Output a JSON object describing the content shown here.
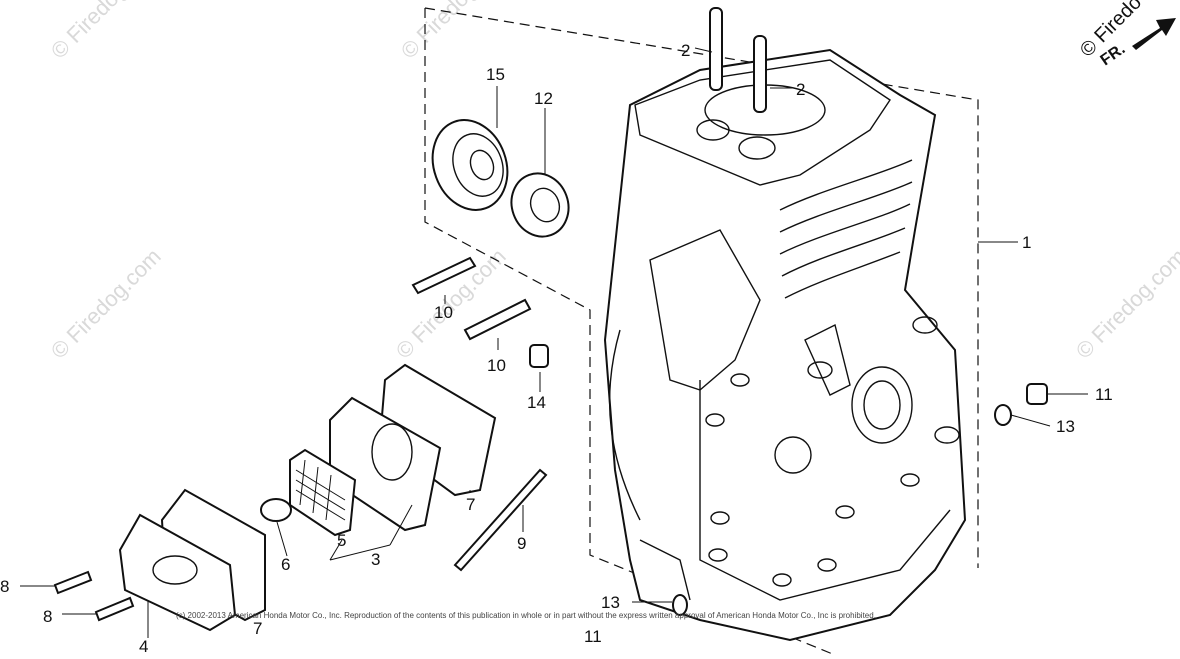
{
  "watermark": {
    "text": "© Firedog.com",
    "corner_text": "© Firedo",
    "direction_label": "FR."
  },
  "copyright": "(c) 2002-2013 American Honda Motor Co., Inc. Reproduction of the contents of this publication in whole or in part without the express written approval of American Honda Motor Co., Inc is prohibited.",
  "callouts": {
    "c1": "1",
    "c2a": "2",
    "c2b": "2",
    "c3": "3",
    "c4": "4",
    "c5": "5",
    "c6": "6",
    "c7a": "7",
    "c7b": "7",
    "c8a": "8",
    "c8b": "8",
    "c9": "9",
    "c10a": "10",
    "c10b": "10",
    "c11a": "11",
    "c11b": "11",
    "c12": "12",
    "c13a": "13",
    "c13b": "13",
    "c14": "14",
    "c15": "15"
  }
}
